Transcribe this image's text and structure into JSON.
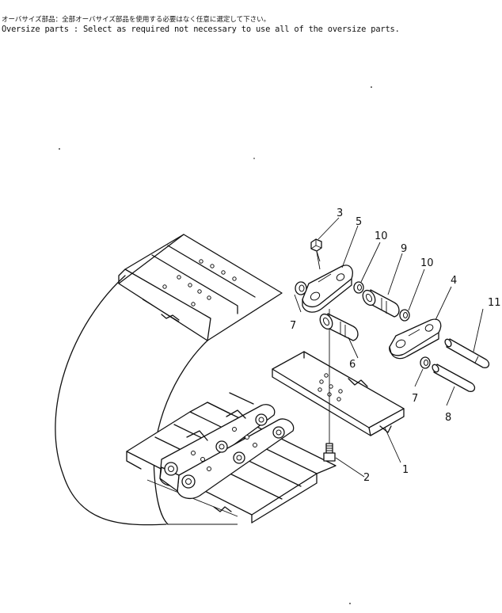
{
  "notes": {
    "japanese": "オーバサイズ部品：全部オーバサイズ部品を使用する必要はなく任意に選定して下さい。",
    "english": "Oversize parts : Select as required not necessary to use all of the oversize parts."
  },
  "callouts": {
    "c1": "1",
    "c2": "2",
    "c3": "3",
    "c4": "4",
    "c5": "5",
    "c6": "6",
    "c7a": "7",
    "c7b": "7",
    "c8": "8",
    "c9": "9",
    "c10a": "10",
    "c10b": "10",
    "c11": "11"
  }
}
